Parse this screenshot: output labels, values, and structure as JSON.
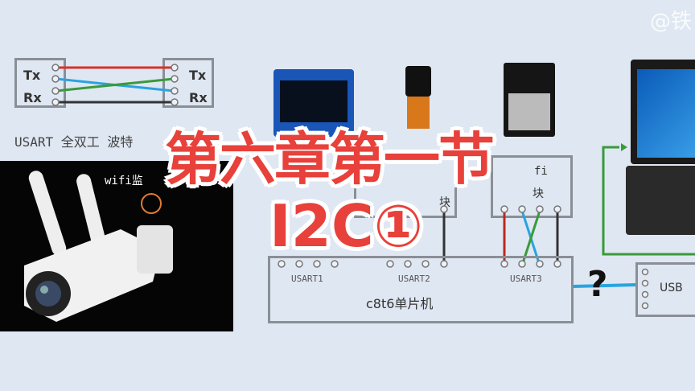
{
  "watermark": "@铁",
  "usart_diagram": {
    "left_labels": [
      "Tx",
      "Rx"
    ],
    "right_labels": [
      "Tx",
      "Rx"
    ],
    "caption": "USART 全双工 波特"
  },
  "camera_photo": {
    "caption": "wifi监"
  },
  "modules": {
    "module_a": "块",
    "wifi_top": "fi",
    "wifi_bottom": "块"
  },
  "mcu": {
    "name": "c8t6单片机",
    "ports": [
      "USART1",
      "USART2",
      "USART3"
    ]
  },
  "usb": {
    "label": "USB"
  },
  "question_mark": "?",
  "title": {
    "line1": "第六章第一节",
    "line2": "I2C①"
  },
  "colors": {
    "title": "#e8403a",
    "wire_red": "#d9302a",
    "wire_blue": "#29a3e0",
    "wire_green": "#3a9a3a"
  }
}
